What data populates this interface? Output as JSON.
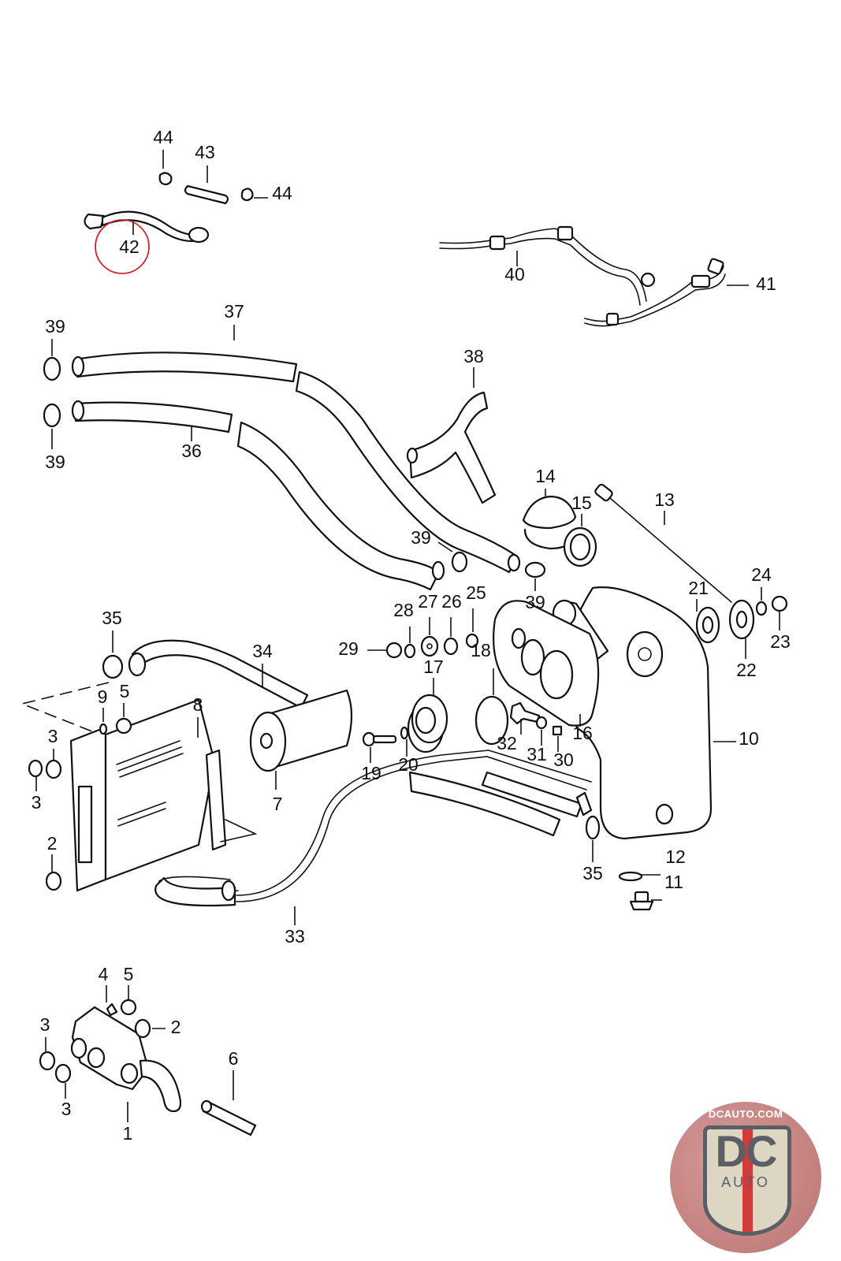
{
  "diagram": {
    "title": "Oil system parts diagram",
    "highlighted_part": "42",
    "highlight_color": "#d0282c",
    "callouts": {
      "c44a": "44",
      "c43": "43",
      "c44b": "44",
      "c42": "42",
      "c40": "40",
      "c41": "41",
      "c37": "37",
      "c39a": "39",
      "c39b": "39",
      "c36": "36",
      "c38": "38",
      "c14": "14",
      "c15": "15",
      "c13": "13",
      "c39c": "39",
      "c39d": "39",
      "c24": "24",
      "c21": "21",
      "c23": "23",
      "c22": "22",
      "c28": "28",
      "c27": "27",
      "c26": "26",
      "c25": "25",
      "c29": "29",
      "c18": "18",
      "c17": "17",
      "c16": "16",
      "c10": "10",
      "c32": "32",
      "c31": "31",
      "c30": "30",
      "c19": "19",
      "c20": "20",
      "c35a": "35",
      "c34": "34",
      "c9": "9",
      "c5a": "5",
      "c8": "8",
      "c3a": "3",
      "c3b": "3",
      "c7": "7",
      "c2a": "2",
      "c12": "12",
      "c11": "11",
      "c35b": "35",
      "c33": "33",
      "c4": "4",
      "c5b": "5",
      "c3c": "3",
      "c2b": "2",
      "c3d": "3",
      "c6": "6",
      "c1": "1"
    }
  },
  "logo": {
    "site": "DCAUTO.COM",
    "mark": "DC",
    "sub": "AUTO",
    "colors": {
      "circle": "#c78684",
      "shield": "#dcd6c3",
      "text": "#5a5f66",
      "stripe": "#d23b3c"
    }
  }
}
